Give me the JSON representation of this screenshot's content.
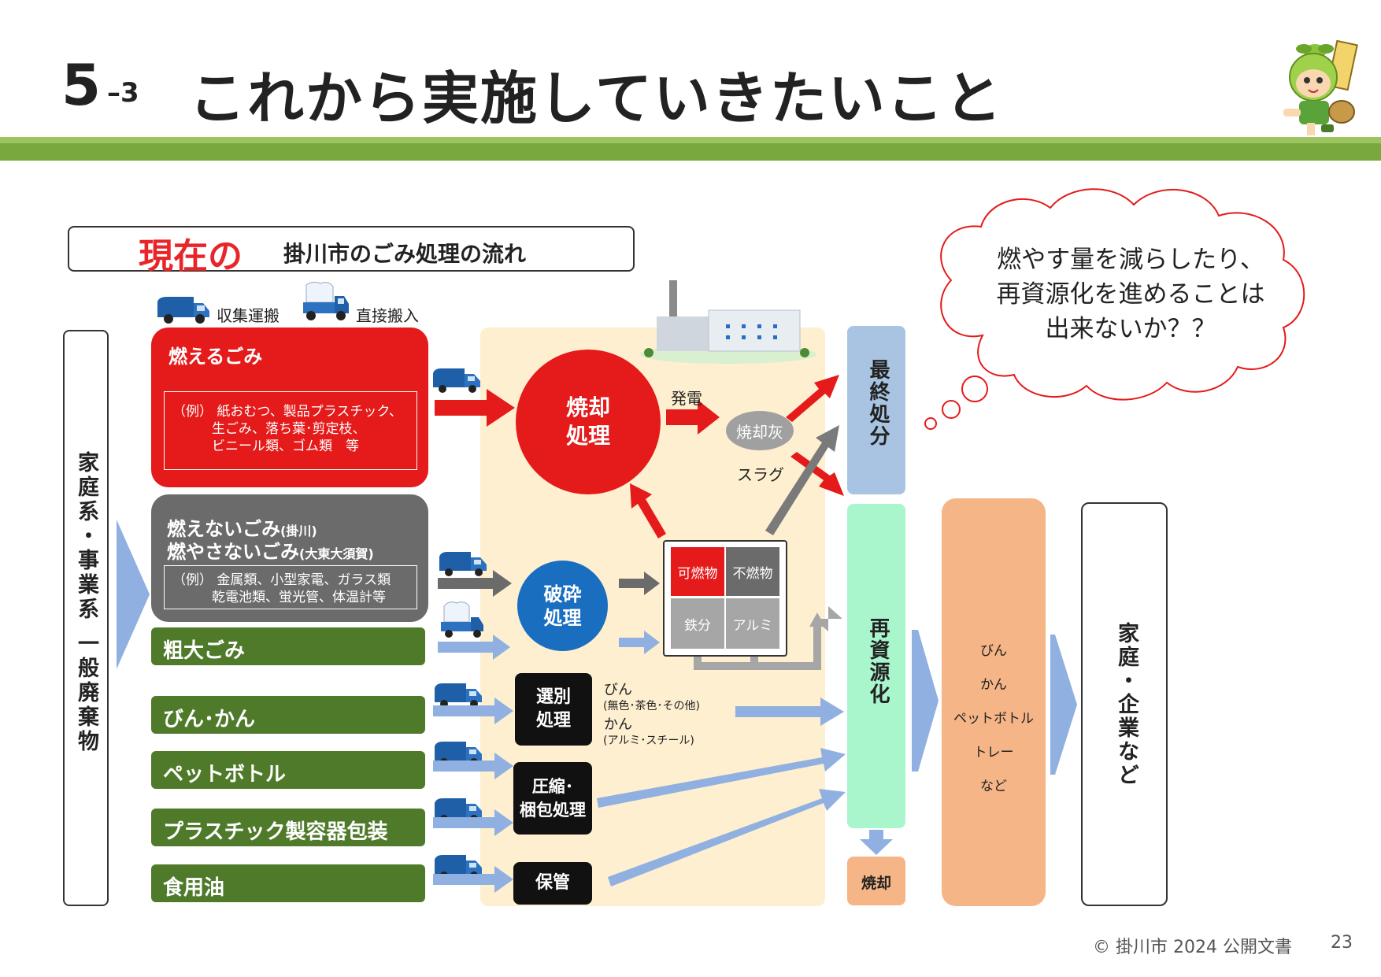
{
  "header": {
    "number": "5",
    "sub_number": "–3",
    "title": "これから実施していきたいこと"
  },
  "subtitle": {
    "red": "現在の",
    "text": "掛川市のごみ処理の流れ"
  },
  "transport": {
    "collection": "収集運搬",
    "direct": "直接搬入"
  },
  "left_column": {
    "label": "家庭系・事業系 一般廃棄物"
  },
  "categories": {
    "burnable": {
      "title": "燃えるごみ",
      "example": [
        "（例） 紙おむつ、製品プラスチック、",
        "生ごみ、落ち葉･剪定枝、",
        "ビニール類、ゴム類　等"
      ]
    },
    "nonburnable": {
      "title1": "燃えないごみ",
      "title1_note": "(掛川)",
      "title2": "燃やさないごみ",
      "title2_note": "(大東大須賀)",
      "example": [
        "（例） 金属類、小型家電、ガラス類",
        "乾電池類、蛍光管、体温計等"
      ]
    },
    "bulky": "粗大ごみ",
    "bottles_cans": "びん･かん",
    "pet": "ペットボトル",
    "plastic": "プラスチック製容器包装",
    "oil": "食用油"
  },
  "processes": {
    "incineration": [
      "焼却",
      "処理"
    ],
    "power": "発電",
    "ash": "焼却灰",
    "slag": "スラグ",
    "crushing": [
      "破砕",
      "処理"
    ],
    "combustible": "可燃物",
    "noncombustible": "不燃物",
    "iron": "鉄分",
    "aluminum": "アルミ",
    "sorting": [
      "選別",
      "処理"
    ],
    "sort_out_1": "びん",
    "sort_out_1_note": "(無色･茶色･その他)",
    "sort_out_2": "かん",
    "sort_out_2_note": "(アルミ･スチール)",
    "compression": [
      "圧縮･",
      "梱包処理"
    ],
    "storage": "保管"
  },
  "destinations": {
    "final_disposal": "最終処分",
    "recycling": "再資源化",
    "burn": "焼却",
    "items": [
      "びん",
      "かん",
      "ペットボトル",
      "トレー",
      "など"
    ],
    "users": "家庭・企業など"
  },
  "thought": {
    "lines": [
      "燃やす量を減らしたり、",
      "再資源化を進めることは",
      "出来ないか？？"
    ]
  },
  "footer": {
    "text": "© 掛川市 2024 公開文書",
    "page": "23"
  },
  "colors": {
    "red": "#e51a1a",
    "gray": "#6b6b6b",
    "green": "#4e7a2a",
    "blue_circle": "#1a6ec0",
    "beige": "#fdefd0",
    "final": "#a9c4e3",
    "recycle": "#a9f5cc",
    "orange": "#f5b586",
    "arrow_blue": "#8fb0e0",
    "header_green": "#78a83e"
  }
}
